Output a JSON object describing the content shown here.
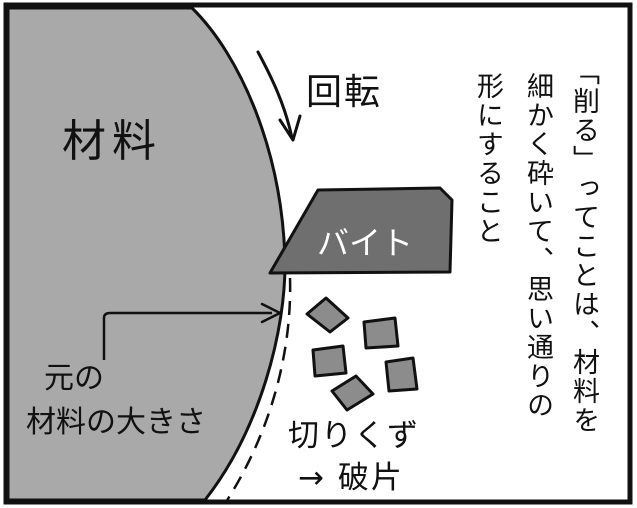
{
  "labels": {
    "material": "材料",
    "rotation": "回転",
    "bite": "バイト",
    "original_size_line1": "元の",
    "original_size_line2": "材料の大きさ",
    "chips_line1": "切りくず",
    "chips_line2": "→ 破片"
  },
  "caption": {
    "col1": "「削る」ってことは、材料を",
    "col2": "細かく砕いて、思い通りの",
    "col3": "形にすること"
  },
  "colors": {
    "material_fill": "#a9a9a9",
    "bite_fill": "#6f6f6f",
    "chip_fill": "#8c8c8c",
    "ink": "#111111"
  }
}
